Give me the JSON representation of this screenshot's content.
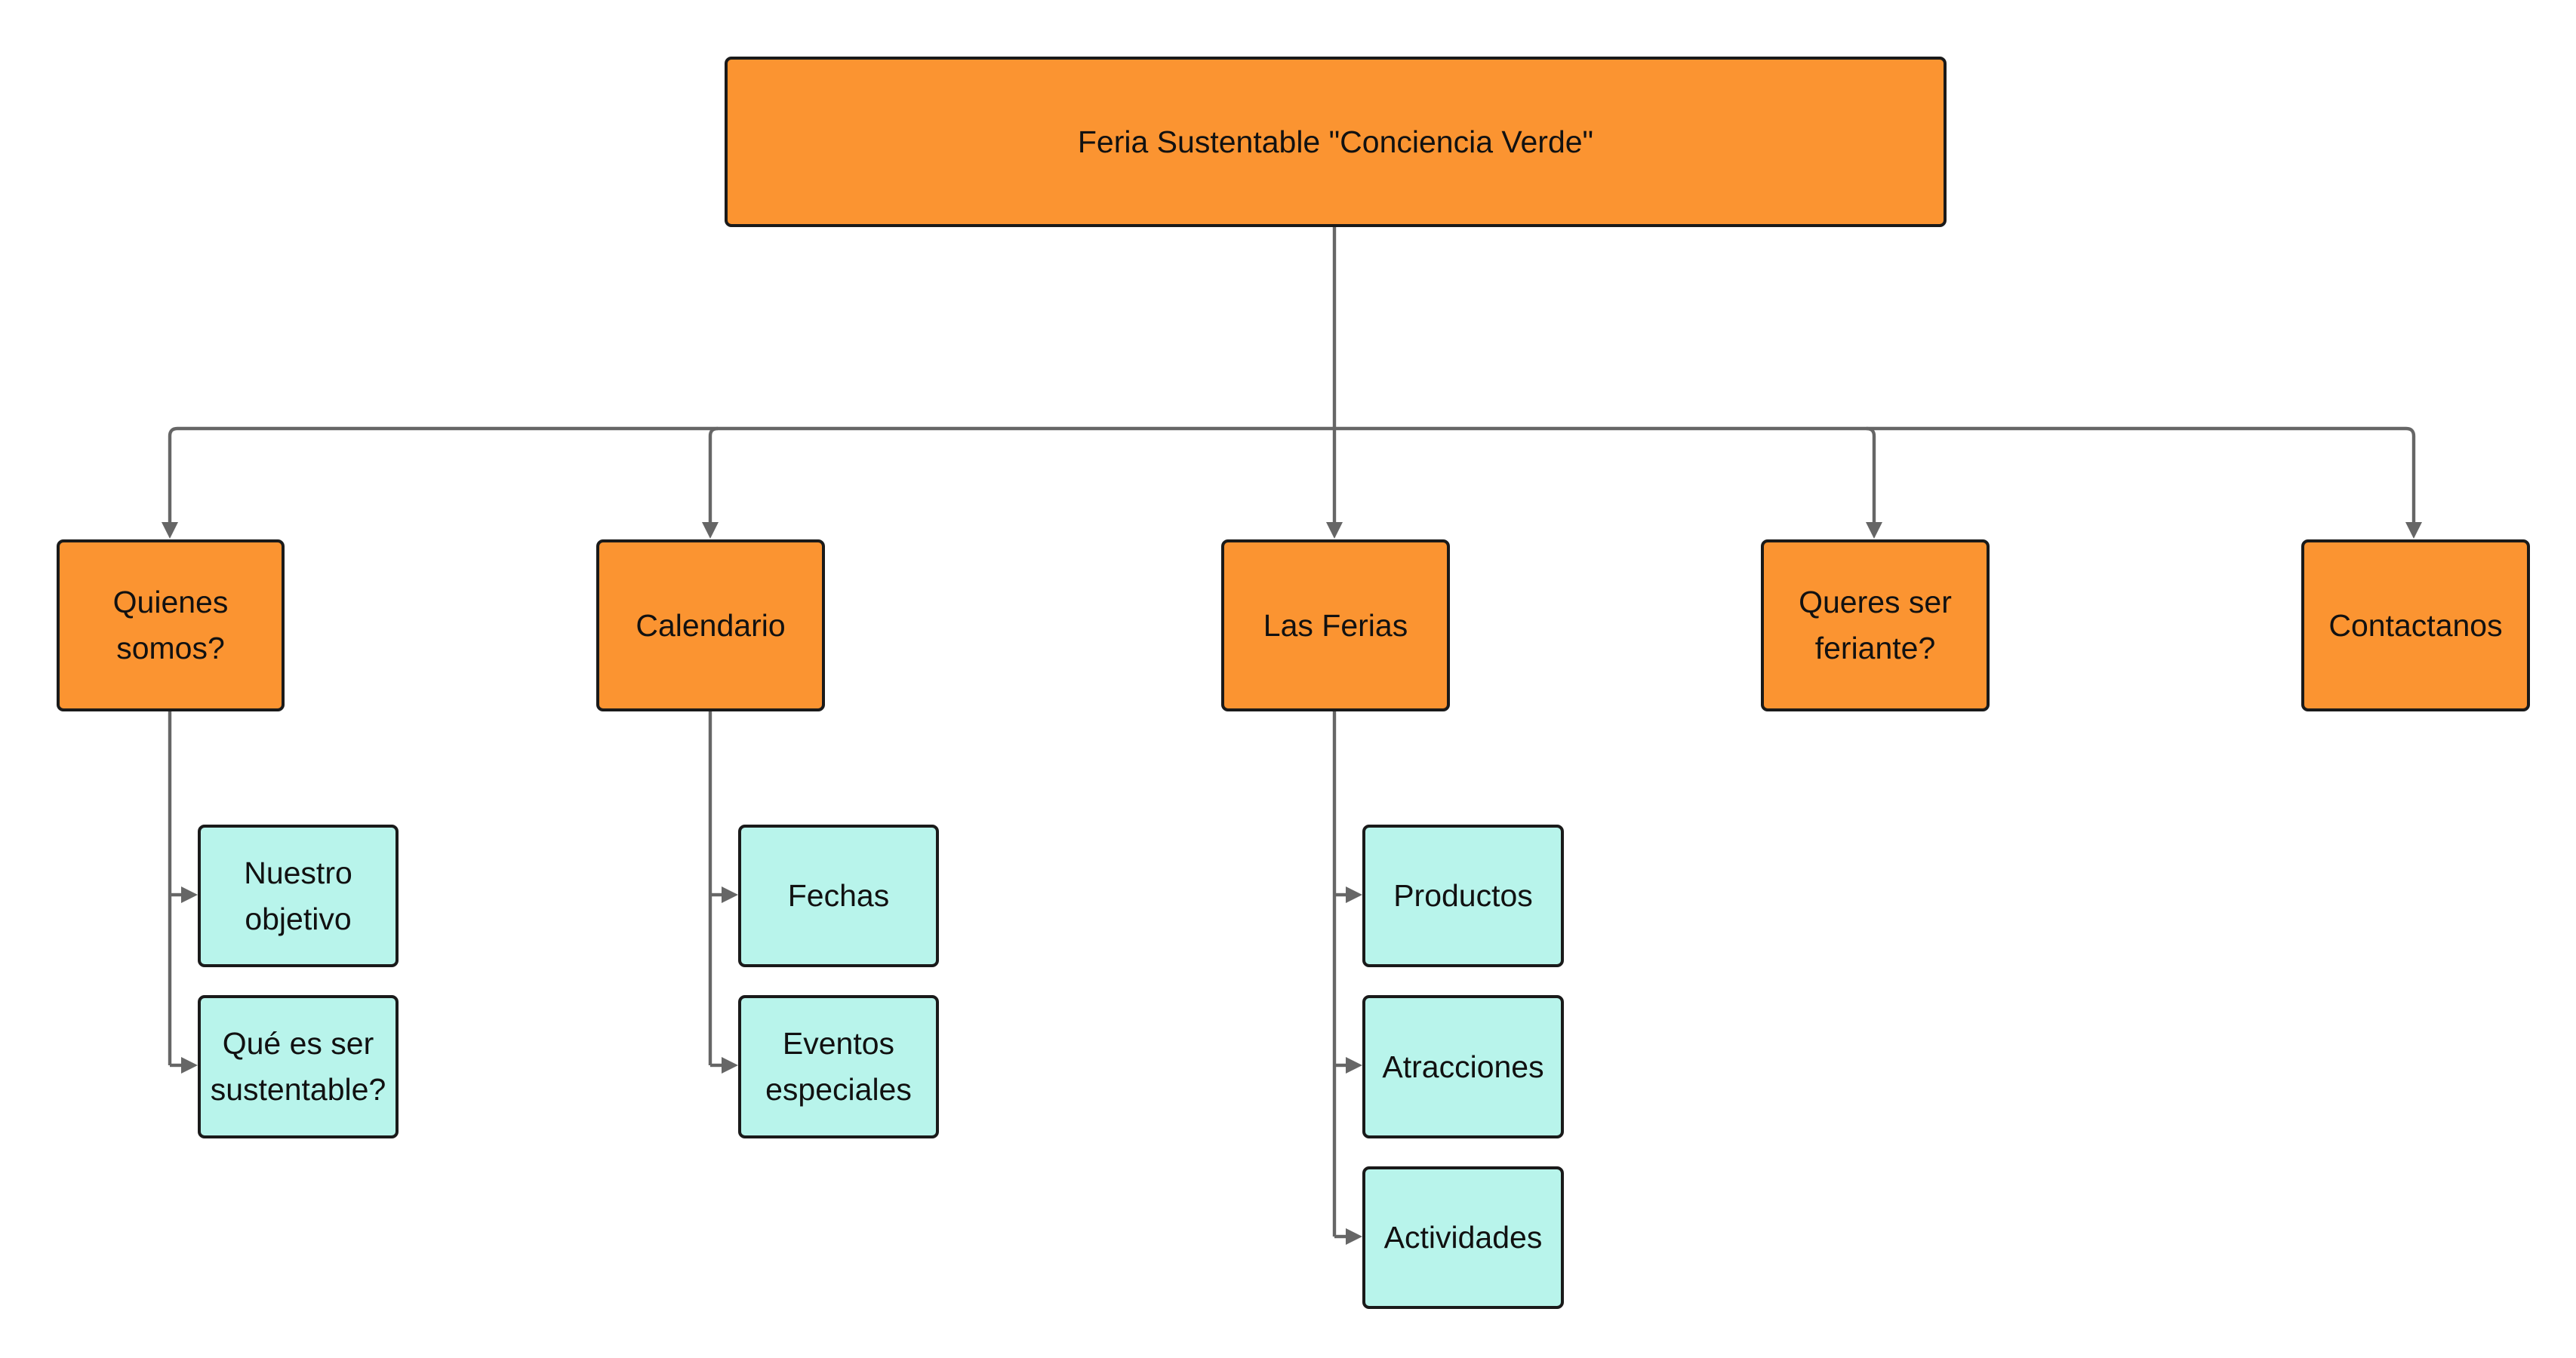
{
  "diagram": {
    "colors": {
      "primary_fill": "#fb9431",
      "secondary_fill": "#b8f4eb",
      "border": "#1a1a1a",
      "connector": "#666666",
      "text": "#111111"
    },
    "root": {
      "label": "Feria Sustentable \"Conciencia Verde\""
    },
    "sections": [
      {
        "label": "Quienes\nsomos?",
        "children": [
          "Nuestro\nobjetivo",
          "Qué es ser\nsustentable?"
        ]
      },
      {
        "label": "Calendario",
        "children": [
          "Fechas",
          "Eventos\nespeciales"
        ]
      },
      {
        "label": "Las Ferias",
        "children": [
          "Productos",
          "Atracciones",
          "Actividades"
        ]
      },
      {
        "label": "Queres ser\nferiante?",
        "children": []
      },
      {
        "label": "Contactanos",
        "children": []
      }
    ]
  }
}
